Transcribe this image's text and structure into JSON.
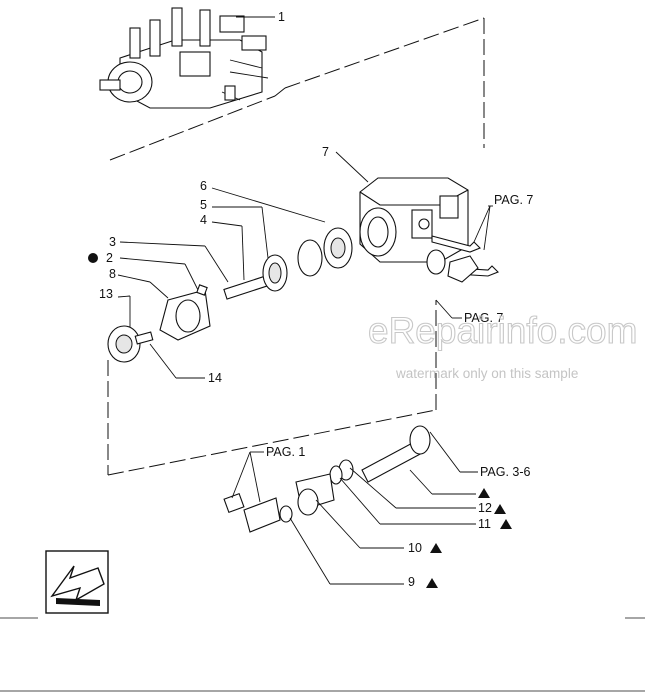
{
  "callouts": {
    "c1": "1",
    "c2": "2",
    "c3": "3",
    "c4": "4",
    "c5": "5",
    "c6": "6",
    "c7": "7",
    "c8": "8",
    "c9": "9",
    "c10": "10",
    "c11": "11",
    "c12": "12",
    "c13": "13",
    "c14": "14"
  },
  "page_refs": {
    "pag7_top": "PAG. 7",
    "pag7_mid": "PAG. 7",
    "pag1": "PAG. 1",
    "pag36": "PAG. 3-6"
  },
  "watermark": {
    "main": "eRepairinfo.com",
    "sub": "watermark only on this sample"
  },
  "icons": {
    "bullet": "black-dot-marker",
    "triangle": "filled-triangle-marker",
    "nav": "back-arrow-icon"
  }
}
